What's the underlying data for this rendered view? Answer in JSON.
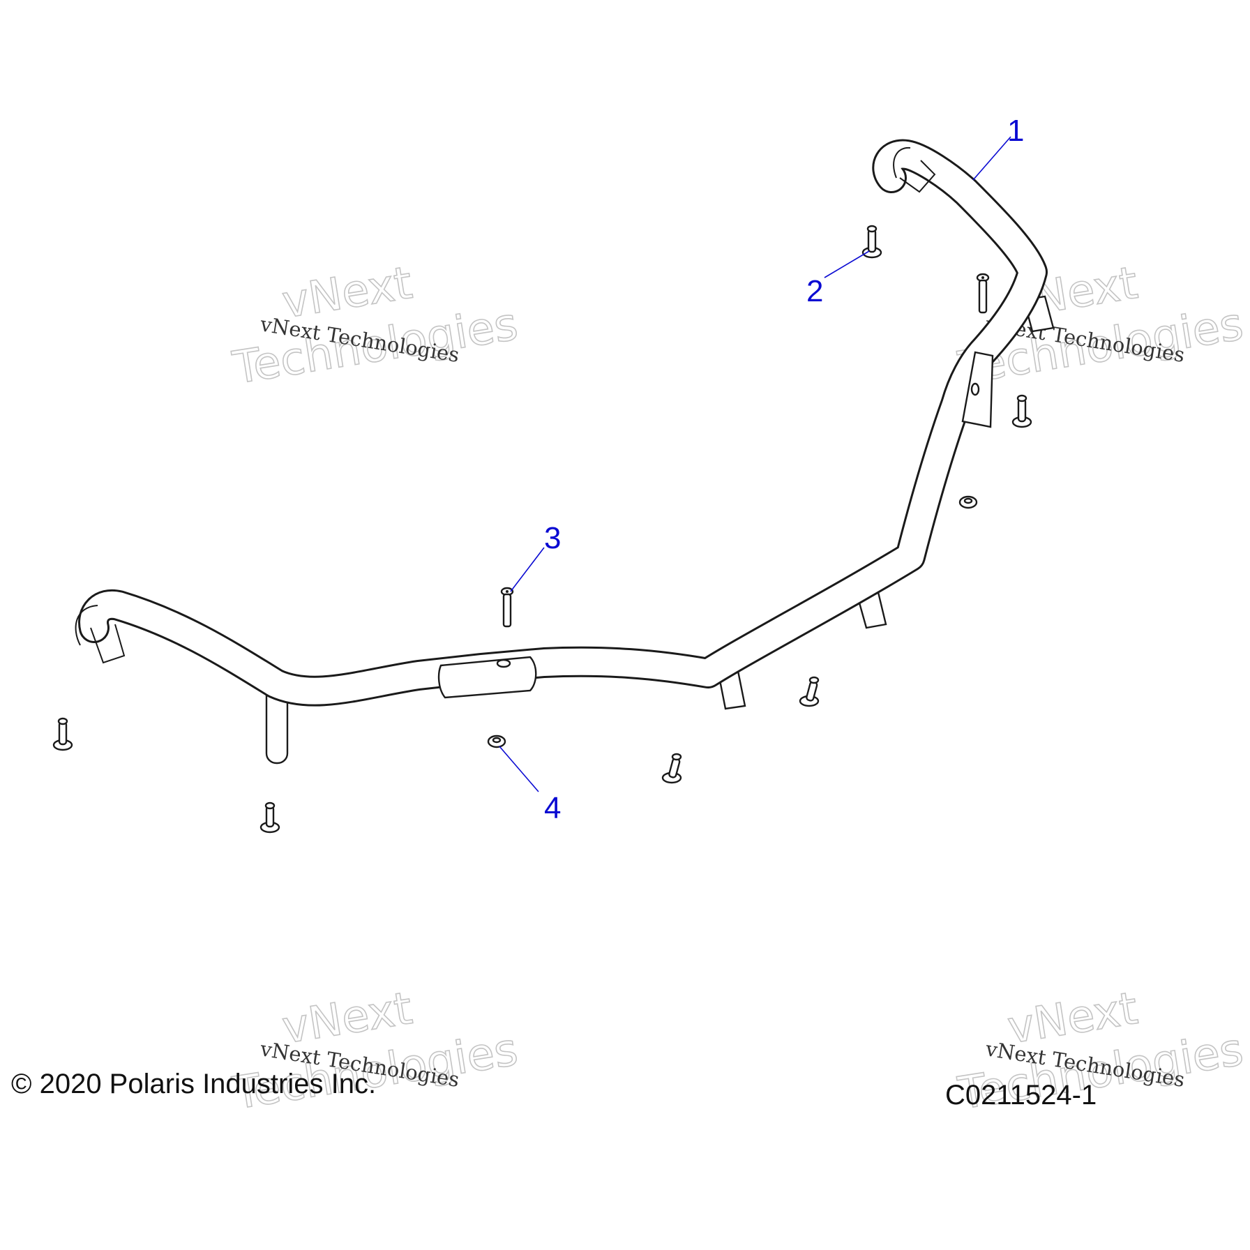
{
  "diagram": {
    "callouts": [
      {
        "id": "1",
        "label": "1"
      },
      {
        "id": "2",
        "label": "2"
      },
      {
        "id": "3",
        "label": "3"
      },
      {
        "id": "4",
        "label": "4"
      }
    ],
    "callout_color": "#0a0ad2",
    "watermark": {
      "line_text": "vNext Technologies",
      "outline_word_1": "vNext",
      "outline_word_2": "Technologies"
    }
  },
  "footer": {
    "copyright": "© 2020 Polaris Industries Inc.",
    "diagram_code": "C0211524-1"
  }
}
